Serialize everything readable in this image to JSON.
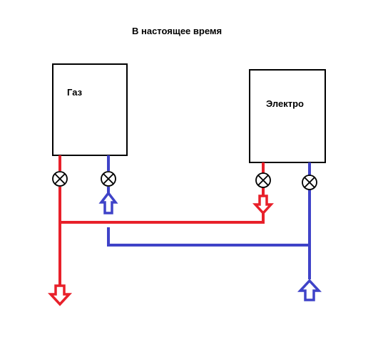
{
  "title": "В  настоящее время",
  "boilers": {
    "gas": {
      "label": "Газ"
    },
    "electric": {
      "label": "Электро"
    }
  },
  "colors": {
    "supply": "#e8202a",
    "return": "#3f43c8",
    "outline": "#000000",
    "background": "#ffffff"
  },
  "icons": {
    "valve": "circle-with-cross",
    "flow_arrow": "hollow-block-arrow"
  }
}
